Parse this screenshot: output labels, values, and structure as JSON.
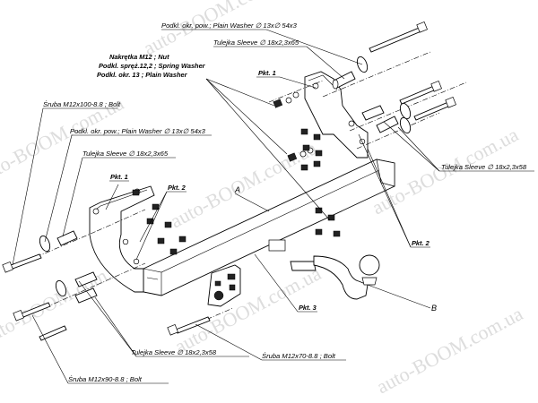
{
  "watermark": "auto-BOOM.com.ua",
  "labels": {
    "washer_top": "Podkl. okr. pow.; Plain Washer ∅ 13x∅ 54x3",
    "sleeve_top": "Tulejka Sleeve  ∅ 18x2,3x65",
    "nut_line1": "Nakrętka M12 ; Nut",
    "nut_line2": "Podkl. spręż.12,2 ; Spring Washer",
    "nut_line3": "Podkl. okr. 13 ; Plain Washer",
    "pkt1_top": "Pkt. 1",
    "bolt_left": "Śruba M12x100-8.8 ;  Bolt",
    "washer_left": "Podkl. okr. pow.; Plain Washer ∅ 13x∅ 54x3",
    "sleeve_left": "Tulejka Sleeve  ∅ 18x2,3x65",
    "pkt1_left": "Pkt. 1",
    "pkt2_left": "Pkt. 2",
    "part_a": "A",
    "sleeve_right": "Tulejka Sleeve ∅ 18x2,3x58",
    "pkt2_right": "Pkt. 2",
    "part_b": "B",
    "pkt3": "Pkt. 3",
    "sleeve_bottom": "Tulejka Sleeve ∅ 18x2,3x58",
    "bolt_bottom_right": "Śruba M12x70-8.8 ;  Bolt",
    "bolt_bottom_left": "Śruba M12x90-8.8 ;  Bolt"
  }
}
